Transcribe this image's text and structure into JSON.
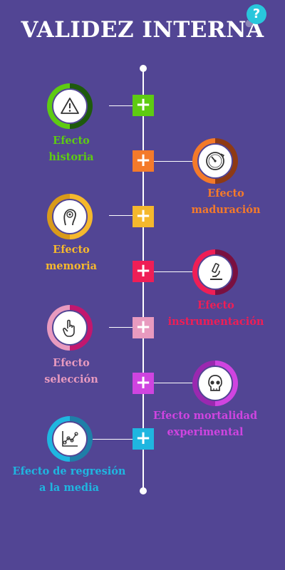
{
  "title": "VALIDEZ INTERNA",
  "help_glyph": "?",
  "plus_glyph": "+",
  "items": [
    {
      "line1": "Efecto",
      "line2": "historia",
      "color": "#5ecb12",
      "icon": "warning-triangle-icon"
    },
    {
      "line1": "Efecto",
      "line2": "maduración",
      "color": "#f47a2a",
      "icon": "gauge-icon"
    },
    {
      "line1": "Efecto",
      "line2": "memoria",
      "color": "#f5b82d",
      "icon": "head-memory-icon"
    },
    {
      "line1": "Efecto",
      "line2": "instrumentación",
      "color": "#ef1e56",
      "icon": "microscope-icon"
    },
    {
      "line1": "Efecto",
      "line2": "selección",
      "color": "#e89abf",
      "icon": "hand-pointer-icon"
    },
    {
      "line1": "Efecto mortalidad",
      "line2": "experimental",
      "color": "#cf44e0",
      "icon": "skull-icon"
    },
    {
      "line1": "Efecto de regresión",
      "line2": "a la media",
      "color": "#1fb6e0",
      "icon": "scatter-chart-icon"
    }
  ],
  "colors": {
    "background": "#524594",
    "historia": "#5ecb12",
    "maduracion": "#f47a2a",
    "memoria": "#f5b82d",
    "instrumentacion": "#ef1e56",
    "seleccion": "#e89abf",
    "mortalidad": "#cf44e0",
    "regresion": "#1fb6e0"
  }
}
